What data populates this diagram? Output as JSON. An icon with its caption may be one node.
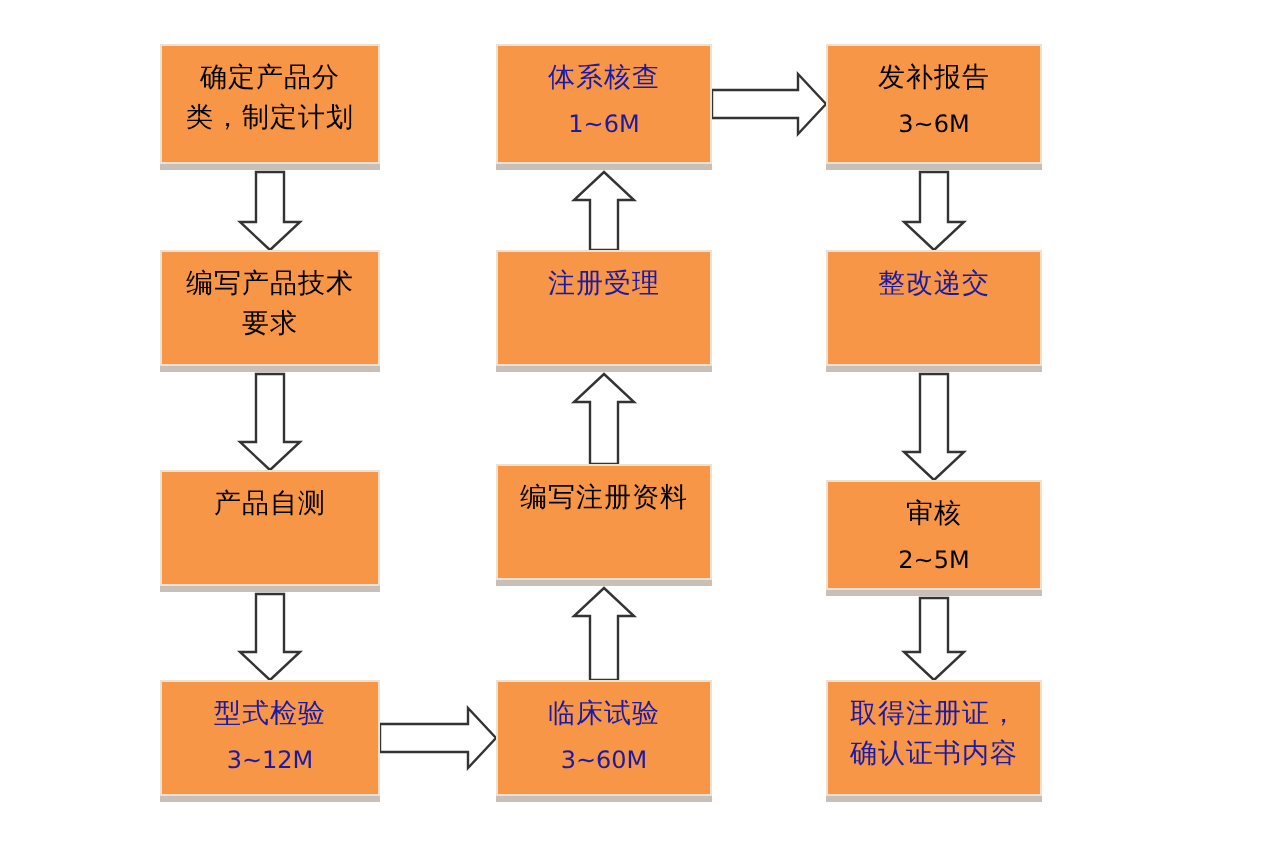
{
  "diagram": {
    "nodes": [
      {
        "text": [
          "确定产品分类，制定计划"
        ]
      },
      {
        "text": [
          "编写产品技术要求"
        ]
      },
      {
        "text": [
          "产品自测"
        ]
      },
      {
        "text": [
          "型式检验",
          "3~12M"
        ]
      },
      {
        "text": [
          "临床试验",
          "3~60M"
        ]
      },
      {
        "text": [
          "编写注册资料"
        ]
      },
      {
        "text": [
          "注册受理"
        ]
      },
      {
        "text": [
          "体系核查",
          "1~6M"
        ]
      },
      {
        "text": [
          "发补报告",
          "3~6M"
        ]
      },
      {
        "text": [
          "整改递交"
        ]
      },
      {
        "text": [
          "审核",
          "2~5M"
        ]
      },
      {
        "text": [
          "取得注册证，确认证书内容"
        ]
      }
    ],
    "edges": [
      {
        "from": 0,
        "to": 1,
        "arrow": "to"
      },
      {
        "from": 1,
        "to": 2,
        "arrow": "to"
      },
      {
        "from": 2,
        "to": 3,
        "arrow": "to"
      },
      {
        "from": 3,
        "to": 4,
        "arrow": "to"
      },
      {
        "from": 4,
        "to": 5,
        "arrow": "to"
      },
      {
        "from": 5,
        "to": 6,
        "arrow": "to"
      },
      {
        "from": 6,
        "to": 7,
        "arrow": "to"
      },
      {
        "from": 7,
        "to": 8,
        "arrow": "to"
      },
      {
        "from": 8,
        "to": 9,
        "arrow": "to"
      },
      {
        "from": 9,
        "to": 10,
        "arrow": "to"
      },
      {
        "from": 10,
        "to": 11,
        "arrow": "to"
      }
    ]
  }
}
